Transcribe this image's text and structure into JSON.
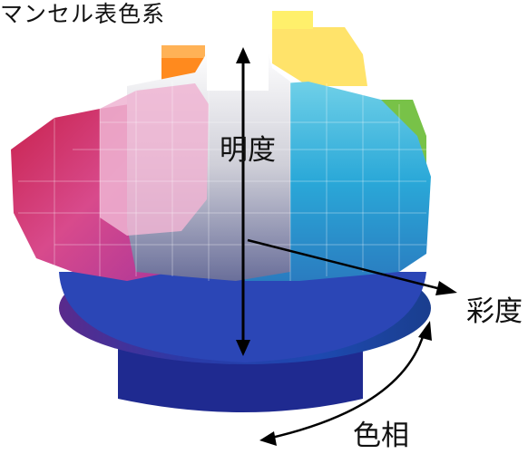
{
  "diagram": {
    "title": "マンセル表色系",
    "labels": {
      "value": "明度",
      "chroma": "彩度",
      "hue": "色相"
    }
  },
  "colors": {
    "arrow": "#000000",
    "background": "#ffffff"
  }
}
